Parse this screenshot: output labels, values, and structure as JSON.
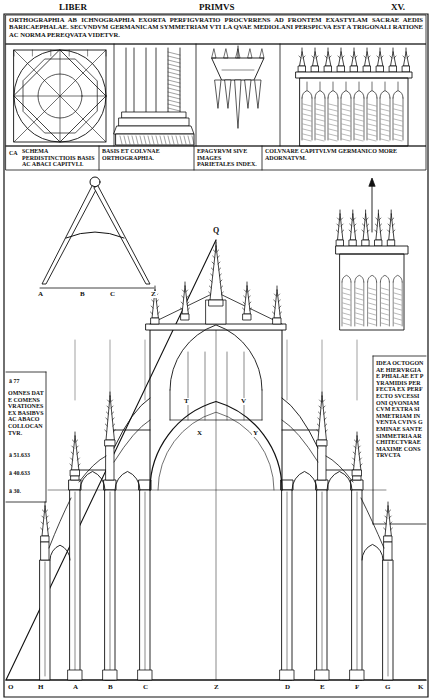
{
  "diagram": {
    "title": "ORTHOGRAPHIA AB ICHNOGRAPHIA EXORTA PERFIGVRATIO PROCVRRENS AD FRONTEM EXASTYLAM SACRAE AEDIS BARICAEPHALAE. SECVNDVM GERMANICAM SYMMETRIAM VTI LA QVAE MEDIOLANI PERSPICVA EST A TRIGONALI RATIONE AC NORMA PEREQVATA VIDETVR.",
    "nodes": [
      {
        "text": [
          "SCHEMA PERDISTINCTIOIS BASIS AC ABACI CAPITVLI."
        ]
      },
      {
        "text": [
          "BASIS ET COLVNAE ORTHOGRAPHIA."
        ]
      },
      {
        "text": [
          "EPAGYRVM SIVE IMAGES PARIETALES INDEX."
        ]
      },
      {
        "text": [
          "COLVNARE CAPITVLVM GERMANICO MORE ADORNATVM."
        ]
      }
    ],
    "labels": [
      "LIBER",
      "PRIMVS",
      "XV.",
      "CA",
      "Q",
      "A",
      "B",
      "C",
      "Z",
      "T",
      "V",
      "X",
      "Y",
      "ā 77",
      "OMNES DATE COMENSVRATIONES EX BASIBVS AC ABACO COLLOCANTVR.",
      "ā 51.633",
      "ā 40.633",
      "ā 30.",
      "IDEA OCTOGONAE HIERVRGIAE PHIALAE ET PYRAMIDIS PERFECTA EX PERFECTO SVCESSIONI QVONIAM CVM EXTRA SIMMETRIAM INVENTA CVIVS GEMINAE SANTE SIMMETRIA ARCHITECTVRAE MAXIME CONSTRVCTA",
      "O",
      "H",
      "A",
      "B",
      "C",
      "Z",
      "D",
      "E",
      "F",
      "G",
      "K"
    ]
  }
}
